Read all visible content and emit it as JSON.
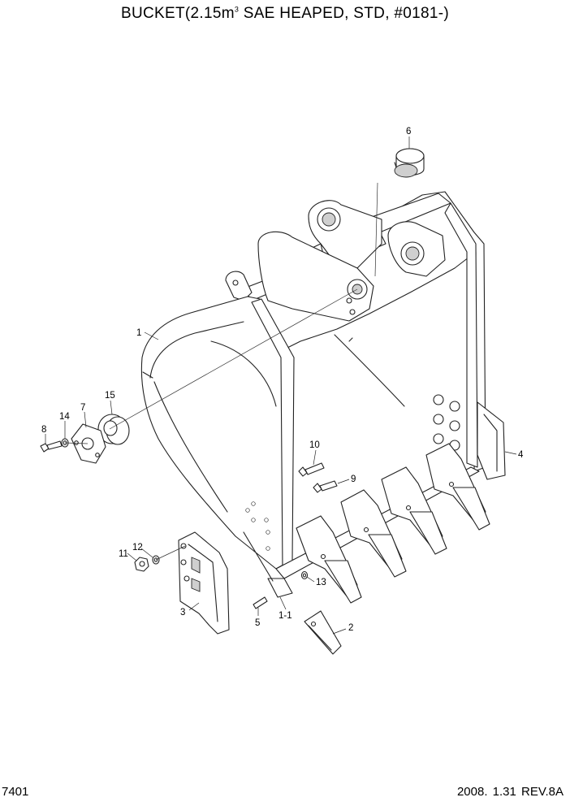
{
  "header": {
    "title_pre": "BUCKET(2.15m",
    "title_sup": "3",
    "title_post": " SAE HEAPED, STD, #0181-)"
  },
  "footer": {
    "page_code": "7401",
    "revision": "2008.  1.31  REV.8A"
  },
  "callouts": {
    "c1": "1",
    "c1_1": "1-1",
    "c2": "2",
    "c3": "3",
    "c4": "4",
    "c5": "5",
    "c6": "6",
    "c7": "7",
    "c8": "8",
    "c9": "9",
    "c10": "10",
    "c11": "11",
    "c12": "12",
    "c13": "13",
    "c14": "14",
    "c15": "15"
  }
}
